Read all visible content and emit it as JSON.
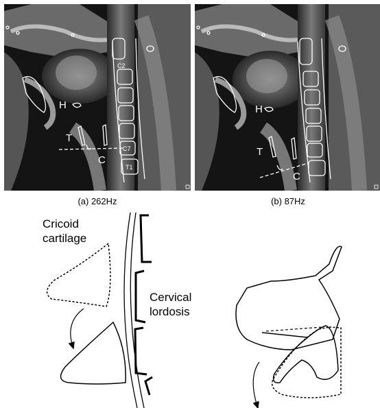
{
  "panels": [
    {
      "caption": "(a) 262Hz",
      "labels": {
        "hyoid": "H",
        "thyroid": "T",
        "cricoid": "C",
        "c2": "C2",
        "c7": "C7",
        "t1": "T1"
      }
    },
    {
      "caption": "(b) 87Hz",
      "labels": {
        "hyoid": "H",
        "thyroid": "T",
        "cricoid": "C"
      }
    }
  ],
  "diagram": {
    "cricoid_label_line1": "Cricoid",
    "cricoid_label_line2": "cartilage",
    "lordosis_label_line1": "Cervical",
    "lordosis_label_line2": "lordosis"
  },
  "colors": {
    "mri_background": "#111111",
    "outline": "#ffffff",
    "ink": "#000000"
  }
}
